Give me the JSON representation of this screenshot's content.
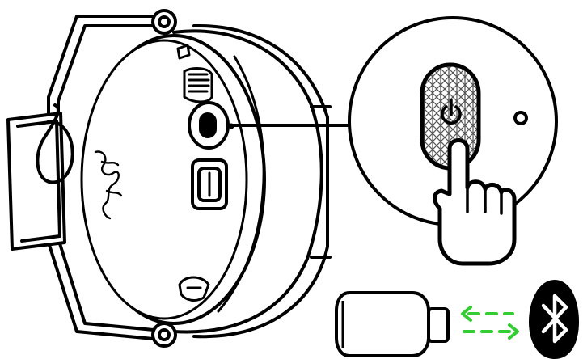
{
  "illustration": {
    "subject": "headset",
    "callout": "power-button-press",
    "connection": "bluetooth",
    "colors": {
      "ink": "#000000",
      "paper": "#ffffff",
      "arrow_green": "#33cc33",
      "texture_gray": "#9a9a9a"
    }
  }
}
